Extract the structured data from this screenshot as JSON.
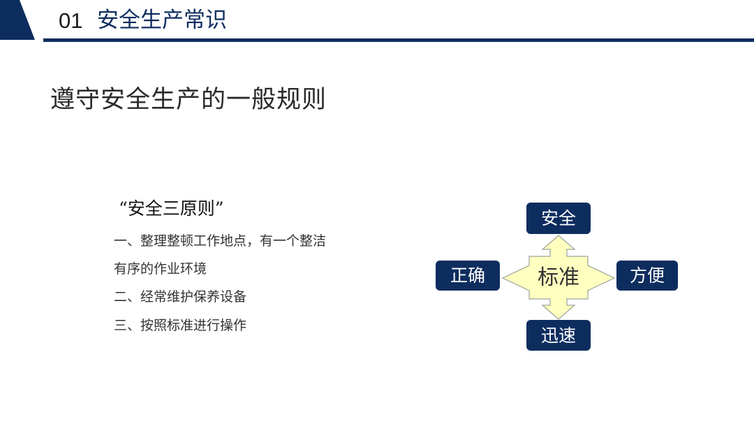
{
  "header": {
    "number": "01",
    "title": "安全生产常识",
    "accent_color": "#0e2d5f"
  },
  "main_heading": "遵守安全生产的一般规则",
  "principles": {
    "heading": "“安全三原则”",
    "lines": [
      "一、整理整顿工作地点，有一个整洁",
      "有序的作业环境",
      "二、经常维护保养设备",
      "三、按照标准进行操作"
    ]
  },
  "diagram": {
    "center": "标准",
    "top": "安全",
    "left": "正确",
    "right": "方便",
    "bottom": "迅速",
    "arrow_fill": "#ffffc0",
    "node_color": "#0e2d5f"
  }
}
